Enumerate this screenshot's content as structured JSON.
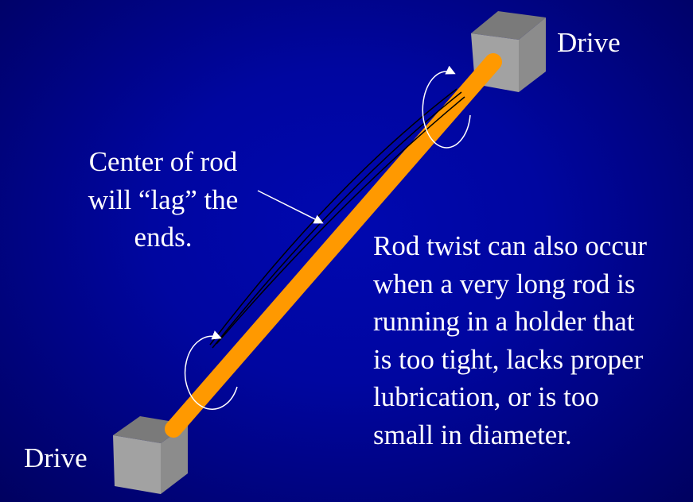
{
  "labels": {
    "drive_top": "Drive",
    "drive_bottom": "Drive",
    "center_note": [
      "Center of rod",
      "will “lag” the",
      "ends."
    ],
    "explanation": [
      "Rod twist can also occur",
      "when a very long rod is",
      "running in a holder that",
      "is too tight, lacks proper",
      "lubrication, or is too",
      "small in diameter."
    ]
  },
  "colors": {
    "rod": "#ff9900",
    "cube": "#a0a0a0",
    "background": "#0006a0"
  }
}
